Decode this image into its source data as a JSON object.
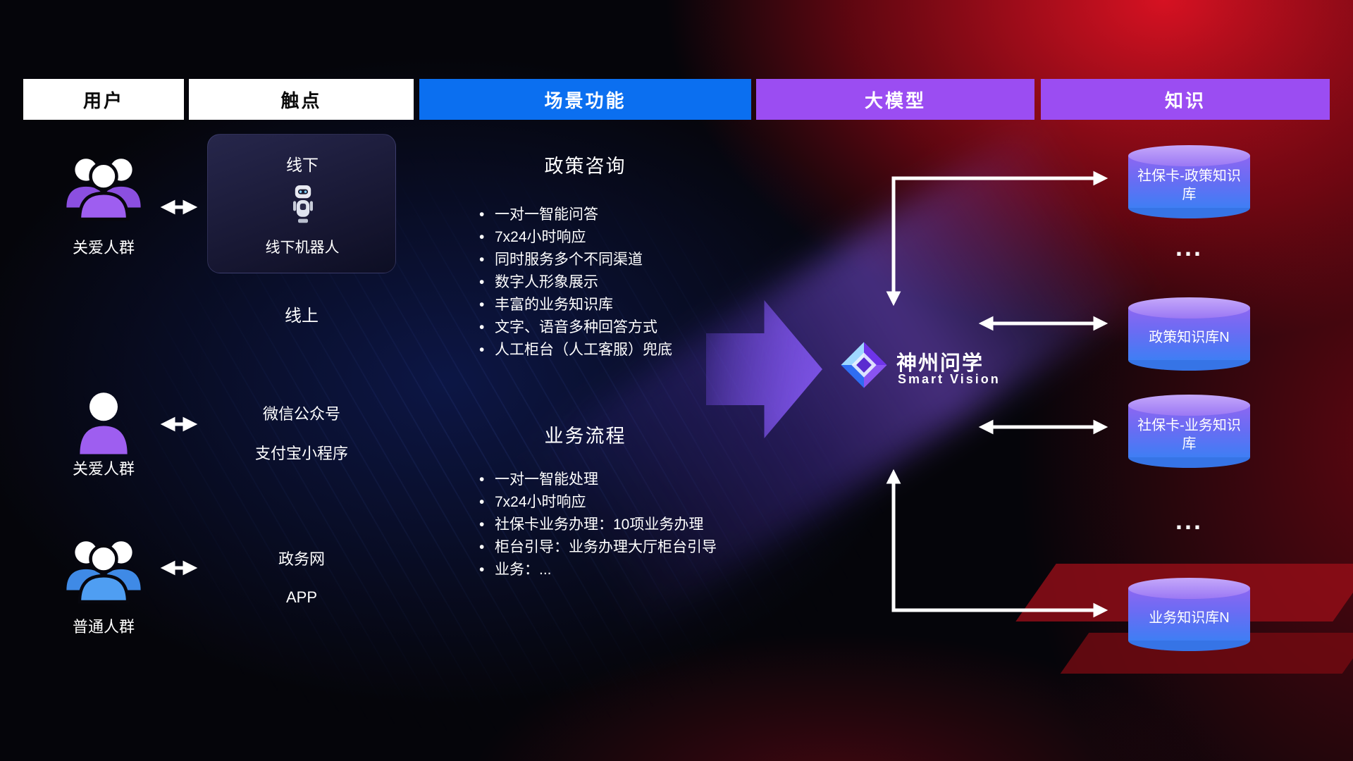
{
  "header": {
    "columns": [
      {
        "label": "用户"
      },
      {
        "label": "触点"
      },
      {
        "label": "场景功能"
      },
      {
        "label": "大模型"
      },
      {
        "label": "知识"
      }
    ]
  },
  "colors": {
    "scene_header": "#0b6ff0",
    "model_header": "#9b4df2",
    "knowledge_header": "#9b4df2",
    "accent_purple": "#9d5cf0",
    "accent_blue": "#4f9ef2",
    "arrow": "#ffffff"
  },
  "users": {
    "items": [
      {
        "label": "关爱人群",
        "icon": "users-group-icon"
      },
      {
        "label": "关爱人群",
        "icon": "user-single-icon"
      },
      {
        "label": "普通人群",
        "icon": "users-group-icon"
      }
    ]
  },
  "touchpoints": {
    "offline": {
      "title": "线下",
      "robot_label": "线下机器人"
    },
    "online": {
      "title": "线上",
      "items": [
        "微信公众号",
        "支付宝小程序",
        "政务网",
        "APP"
      ]
    }
  },
  "scenes": {
    "policy": {
      "title": "政策咨询",
      "items": [
        "一对一智能问答",
        "7x24小时响应",
        "同时服务多个不同渠道",
        "数字人形象展示",
        "丰富的业务知识库",
        "文字、语音多种回答方式",
        "人工柜台（人工客服）兜底"
      ]
    },
    "business": {
      "title": "业务流程",
      "items": [
        "一对一智能处理",
        "7x24小时响应",
        "社保卡业务办理：10项业务办理",
        "柜台引导：业务办理大厅柜台引导",
        "业务：..."
      ]
    }
  },
  "model": {
    "name": "神州问学",
    "subtitle": "Smart Vision"
  },
  "knowledge": {
    "databases": [
      {
        "label": "社保卡-政策知识库"
      },
      {
        "label": "政策知识库N"
      },
      {
        "label": "社保卡-业务知识库"
      },
      {
        "label": "业务知识库N"
      }
    ],
    "ellipsis": "..."
  }
}
